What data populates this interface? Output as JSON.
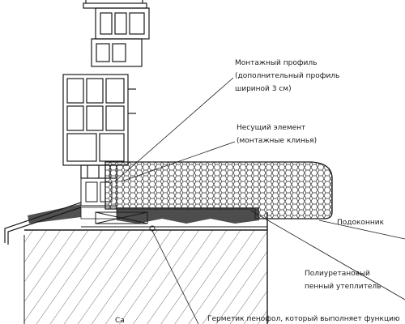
{
  "labels": {
    "mount_profile": {
      "line1": "Монтажный профиль",
      "line2": "(дополнительный профиль",
      "line3": "шириной 3 см)"
    },
    "bearing_element": {
      "line1": "Несущий элемент",
      "line2": "(монтажные клинья)"
    },
    "windowsill": "Подоконник",
    "pu_foam": {
      "line1": "Полиуретановый",
      "line2": "пенный утеплитель"
    },
    "sealant": "Герметик пенофол, который выполняет функцию",
    "bottom_fragment": "Са"
  },
  "colors": {
    "line": "#1a1a1a",
    "sill_mesh": "#2a2a2a",
    "background": "#ffffff"
  }
}
